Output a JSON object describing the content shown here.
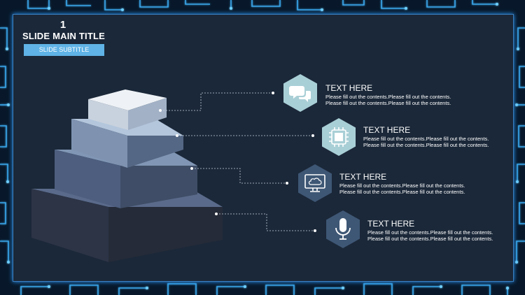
{
  "header": {
    "number": "1",
    "title": "SLIDE MAIN TITLE",
    "subtitle": "SLIDE SUBTITLE"
  },
  "colors": {
    "background": "#1b2839",
    "frame_glow": "#2a9cff",
    "accent_light_hex": "#a9cfd6",
    "accent_dark_hex": "#3e5775",
    "subtitle_bg": "#5fb3e6"
  },
  "items": [
    {
      "icon": "chat-bubbles-icon",
      "title": "TEXT HERE",
      "line1": "Please fill out the contents.Please fill out the contents.",
      "line2": "Please fill out the contents.Please fill out the contents."
    },
    {
      "icon": "chip-icon",
      "title": "TEXT HERE",
      "line1": "Please fill out the contents.Please fill out the contents.",
      "line2": "Please fill out the contents.Please fill out the contents."
    },
    {
      "icon": "cloud-monitor-icon",
      "title": "TEXT HERE",
      "line1": "Please fill out the contents.Please fill out the contents.",
      "line2": "Please fill out the contents.Please fill out the contents."
    },
    {
      "icon": "microphone-icon",
      "title": "TEXT HERE",
      "line1": "Please fill out the contents.Please fill out the contents.",
      "line2": "Please fill out the contents.Please fill out the contents."
    }
  ]
}
